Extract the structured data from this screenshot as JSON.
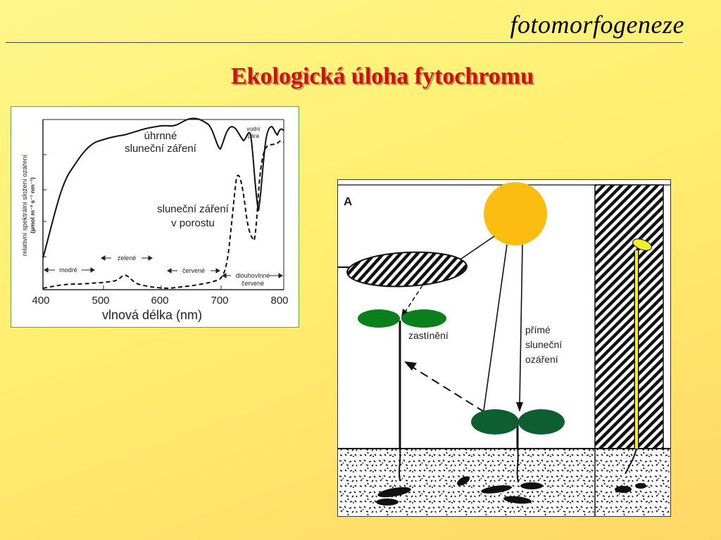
{
  "header": {
    "topic": "fotomorfogeneze"
  },
  "slide": {
    "title": "Ekologická úloha fytochromu"
  },
  "spectrum": {
    "y_axis_label_line1": "relativní spektrální složení ozáření",
    "y_axis_label_line2": "(µmol m⁻² s⁻¹ nm⁻¹)",
    "x_axis_label": "vlnová délka (nm)",
    "x_ticks": [
      "400",
      "500",
      "600",
      "700",
      "800"
    ],
    "total_label_line1": "úhrnné",
    "total_label_line2": "sluneční záření",
    "canopy_label_line1": "sluneční záření",
    "canopy_label_line2": "v porostu",
    "water_label_line1": "vodní",
    "water_label_line2": "pára",
    "band_blue": "modré",
    "band_green": "zelené",
    "band_red": "červené",
    "band_farred_line1": "dlouhovlnné",
    "band_farred_line2": "červené"
  },
  "scene": {
    "panel_letter": "A",
    "shade_label": "zastínění",
    "direct_label_line1": "přímé",
    "direct_label_line2": "sluneční",
    "direct_label_line3": "ozáření",
    "colors": {
      "sun": "#fbbd12",
      "leaf_small": "#0a7f1c",
      "leaf_large": "#0e5e32",
      "etiolated": "#f2ee2a"
    }
  }
}
